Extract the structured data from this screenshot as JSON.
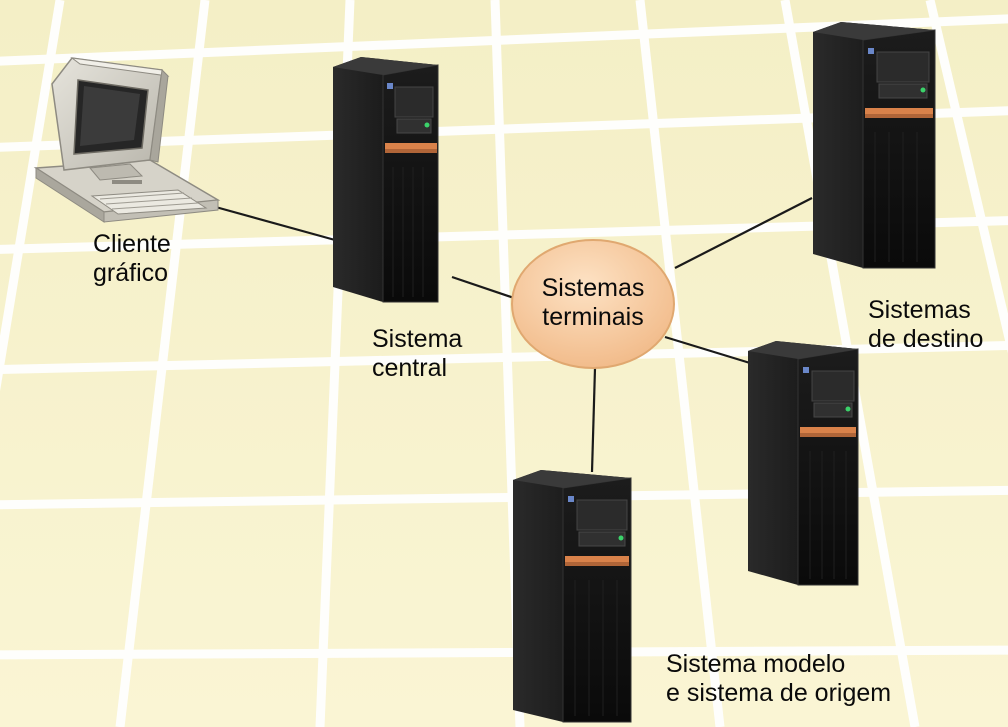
{
  "hub": {
    "line1": "Sistemas",
    "line2": "terminais"
  },
  "nodes": {
    "client": {
      "line1": "Cliente",
      "line2": "gráfico"
    },
    "central": {
      "line1": "Sistema",
      "line2": "central"
    },
    "target": {
      "line1": "Sistemas",
      "line2": "de destino"
    },
    "model_source": {
      "line1": "Sistema modelo",
      "line2": "e sistema de origem"
    }
  },
  "colors": {
    "floor": "#f7f2cc",
    "grid_line": "#ffffff",
    "hub_fill": "#f7c79a",
    "hub_stroke": "#e0a870",
    "server_body": "#111111",
    "accent_copper": "#d9824a",
    "connector": "#1a1a1a"
  },
  "icons": [
    "desktop-computer-icon",
    "server-tower-icon"
  ]
}
